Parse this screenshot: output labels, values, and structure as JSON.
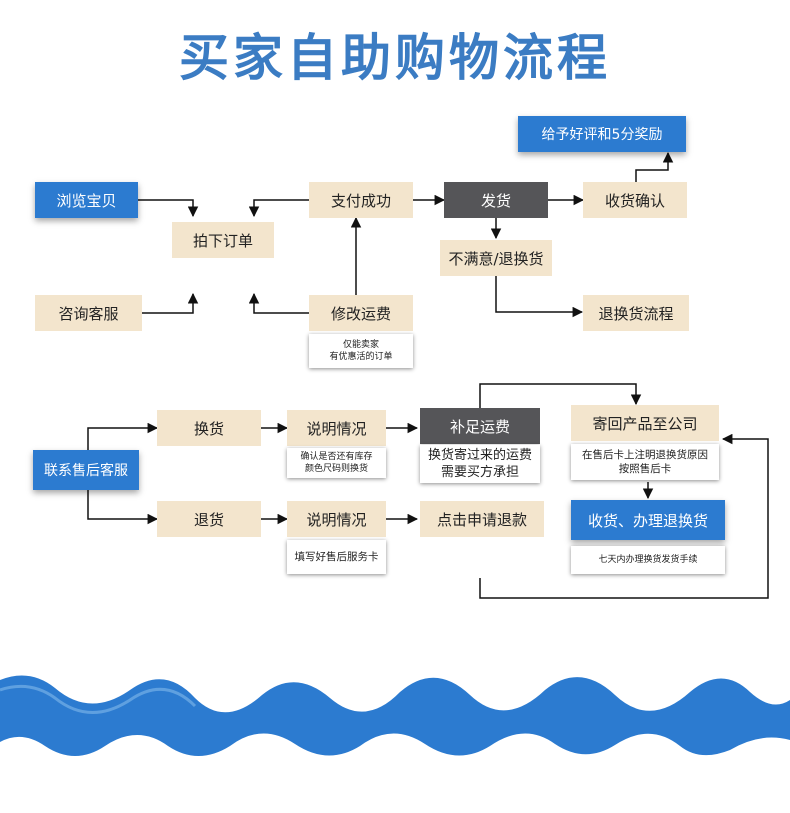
{
  "title": "买家自助购物流程",
  "colors": {
    "primary": "#2c7bd0",
    "box": "#f3e5cd",
    "dark": "#555558",
    "title": "#3b7cc3"
  },
  "nodes": {
    "browse": "浏览宝贝",
    "order": "拍下订单",
    "pay": "支付成功",
    "ship": "发货",
    "confirm": "收货确认",
    "review": "给予好评和5分奖励",
    "consult": "咨询客服",
    "modify_fee": "修改运费",
    "modify_note": [
      "仅能卖家",
      "有优惠活的订单"
    ],
    "unsatisfied": "不满意/退换货",
    "return_flow": "退换货流程",
    "contact": "联系售后客服",
    "exchange": "换货",
    "explain1": "说明情况",
    "explain1_note": [
      "确认是否还有库存",
      "颜色尺码则换货"
    ],
    "supplement": "补足运费",
    "supplement_note": [
      "换货寄过来的运费",
      "需要买方承担"
    ],
    "send_back": "寄回产品至公司",
    "send_back_note": [
      "在售后卡上注明退换货原因",
      "按照售后卡"
    ],
    "receive": "收货、办理退换货",
    "receive_note": "七天内办理换货发货手续",
    "refund": "退货",
    "explain2": "说明情况",
    "explain2_note": "填写好售后服务卡",
    "apply_refund": "点击申请退款"
  }
}
